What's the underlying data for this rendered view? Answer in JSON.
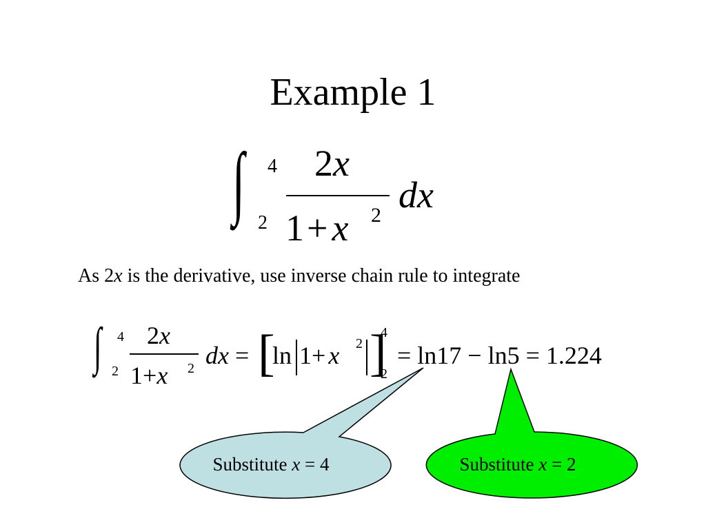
{
  "slide": {
    "title": "Example 1"
  },
  "integral": {
    "upper": "4",
    "lower": "2",
    "num_coef": "2",
    "num_var": "x",
    "den_one": "1",
    "den_plus": "+",
    "den_var": "x",
    "den_exp": "2",
    "differential": "dx"
  },
  "caption": {
    "prefix": "As 2",
    "var": "x",
    "suffix": " is the derivative, use inverse chain rule to integrate"
  },
  "solution": {
    "int_upper": "4",
    "int_lower": "2",
    "num": "2",
    "num_var": "x",
    "den_one": "1+",
    "den_var": "x",
    "den_exp": "2",
    "differential": "dx",
    "equals1": "=",
    "ln": "ln",
    "inner_one": "1+",
    "inner_var": "x",
    "inner_exp": "2",
    "eval_upper": "4",
    "eval_lower": "2",
    "result": "= ln17 − ln5 = 1.224"
  },
  "callouts": [
    {
      "prefix": "Substitute ",
      "var": "x",
      "suffix": " = 4",
      "fill": "#bfe0e3"
    },
    {
      "prefix": "Substitute ",
      "var": "x",
      "suffix": " = 2",
      "fill": "#00ee00"
    }
  ]
}
